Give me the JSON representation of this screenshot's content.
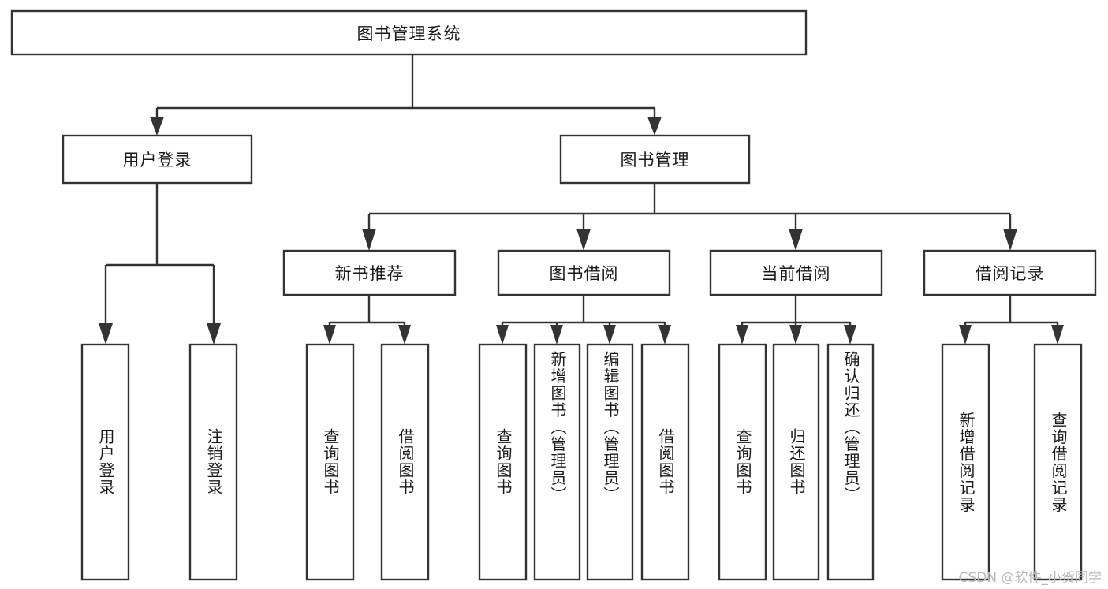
{
  "diagram": {
    "title": "图书管理系统",
    "type": "tree",
    "background_color": "#ffffff",
    "line_color": "#333333",
    "text_color": "#1a1a1a",
    "root": {
      "label": "图书管理系统"
    },
    "level1": [
      {
        "label": "用户登录"
      },
      {
        "label": "图书管理"
      }
    ],
    "level2": [
      {
        "label": "新书推荐"
      },
      {
        "label": "图书借阅"
      },
      {
        "label": "当前借阅"
      },
      {
        "label": "借阅记录"
      }
    ],
    "leaves": {
      "user_login": [
        {
          "label": "用户登录"
        },
        {
          "label": "注销登录"
        }
      ],
      "new_book_recommend": [
        {
          "label": "查询图书"
        },
        {
          "label": "借阅图书"
        }
      ],
      "book_borrow": [
        {
          "label": "查询图书"
        },
        {
          "label": "新增图书（管理员）"
        },
        {
          "label": "编辑图书（管理员）"
        },
        {
          "label": "借阅图书"
        }
      ],
      "current_borrow": [
        {
          "label": "查询图书"
        },
        {
          "label": "归还图书"
        },
        {
          "label": "确认归还（管理员）"
        }
      ],
      "borrow_record": [
        {
          "label": "新增借阅记录"
        },
        {
          "label": "查询借阅记录"
        }
      ]
    }
  },
  "watermark": {
    "text": "CSDN @软件_小贺同学"
  }
}
